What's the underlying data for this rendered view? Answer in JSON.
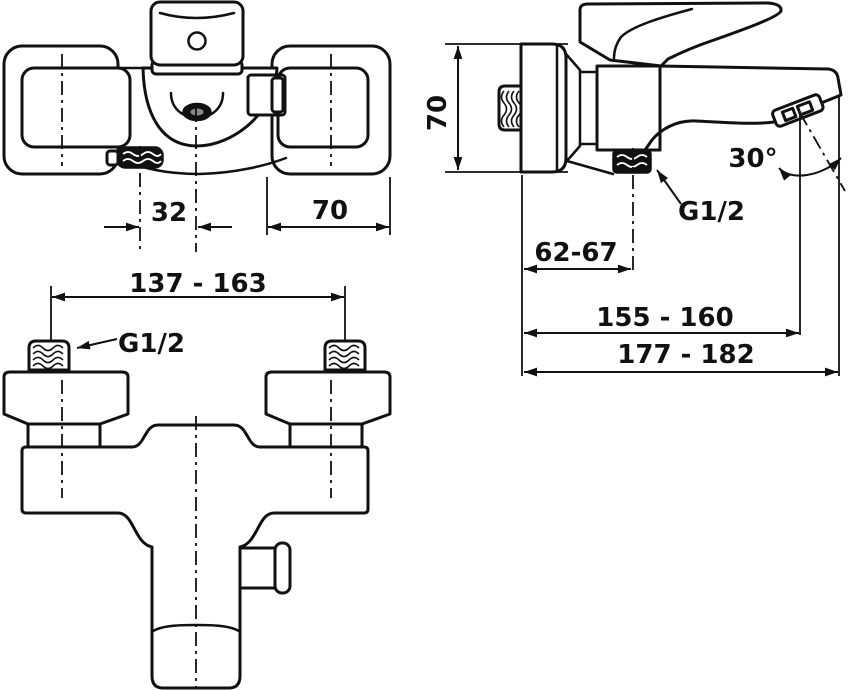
{
  "colors": {
    "ink": "#111111",
    "background": "#ffffff"
  },
  "views": {
    "top": {
      "dim_spout_to_outlet_offset": "32",
      "dim_escutcheon_width": "70"
    },
    "side": {
      "dim_escutcheon_height": "70",
      "dim_wall_to_bottom_outlet": "62-67",
      "dim_wall_to_aerator": "155 - 160",
      "dim_wall_to_spout_tip": "177 - 182",
      "spray_angle": "30°",
      "thread_label": "G1/2"
    },
    "back": {
      "dim_inlet_centers_range": "137 - 163",
      "thread_label": "G1/2"
    }
  }
}
